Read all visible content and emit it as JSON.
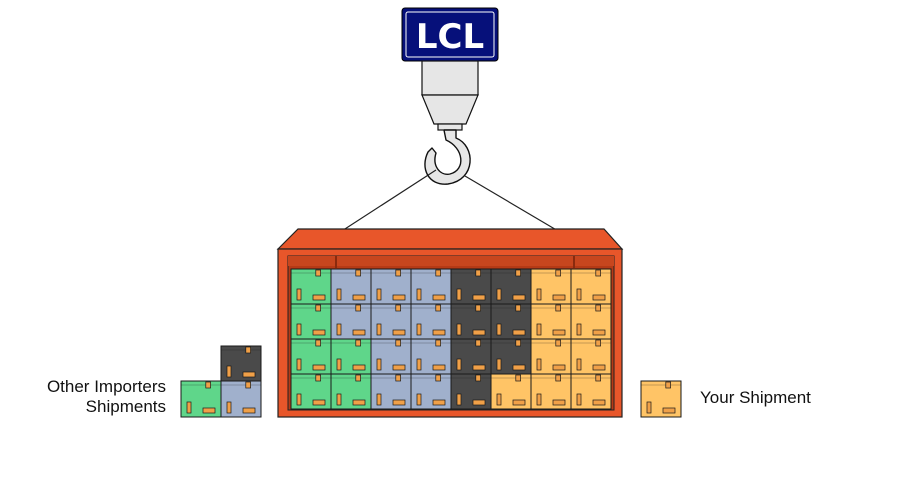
{
  "badge": {
    "text": "LCL"
  },
  "legend": {
    "other": {
      "line1": "Other Importers",
      "line2": "Shipments"
    },
    "yours": {
      "label": "Your Shipment"
    }
  },
  "colors": {
    "badge_bg": "#06107a",
    "badge_text": "#ffffff",
    "container": "#e8562a",
    "container_dark": "#b53a16",
    "green": "#5fd68a",
    "blue": "#a0b0cc",
    "dark": "#4a4a4a",
    "orange": "#ffc466",
    "tape": "#f0a048"
  },
  "container_grid": {
    "rows": [
      [
        "green",
        "blue",
        "blue",
        "blue",
        "dark",
        "dark",
        "orange",
        "orange"
      ],
      [
        "green",
        "blue",
        "blue",
        "blue",
        "dark",
        "dark",
        "orange",
        "orange"
      ],
      [
        "green",
        "green",
        "blue",
        "blue",
        "dark",
        "dark",
        "orange",
        "orange"
      ],
      [
        "green",
        "green",
        "blue",
        "blue",
        "dark",
        "orange",
        "orange",
        "orange"
      ]
    ]
  },
  "loose_boxes": {
    "other": [
      "dark",
      "green",
      "blue"
    ],
    "yours": [
      "orange"
    ]
  }
}
